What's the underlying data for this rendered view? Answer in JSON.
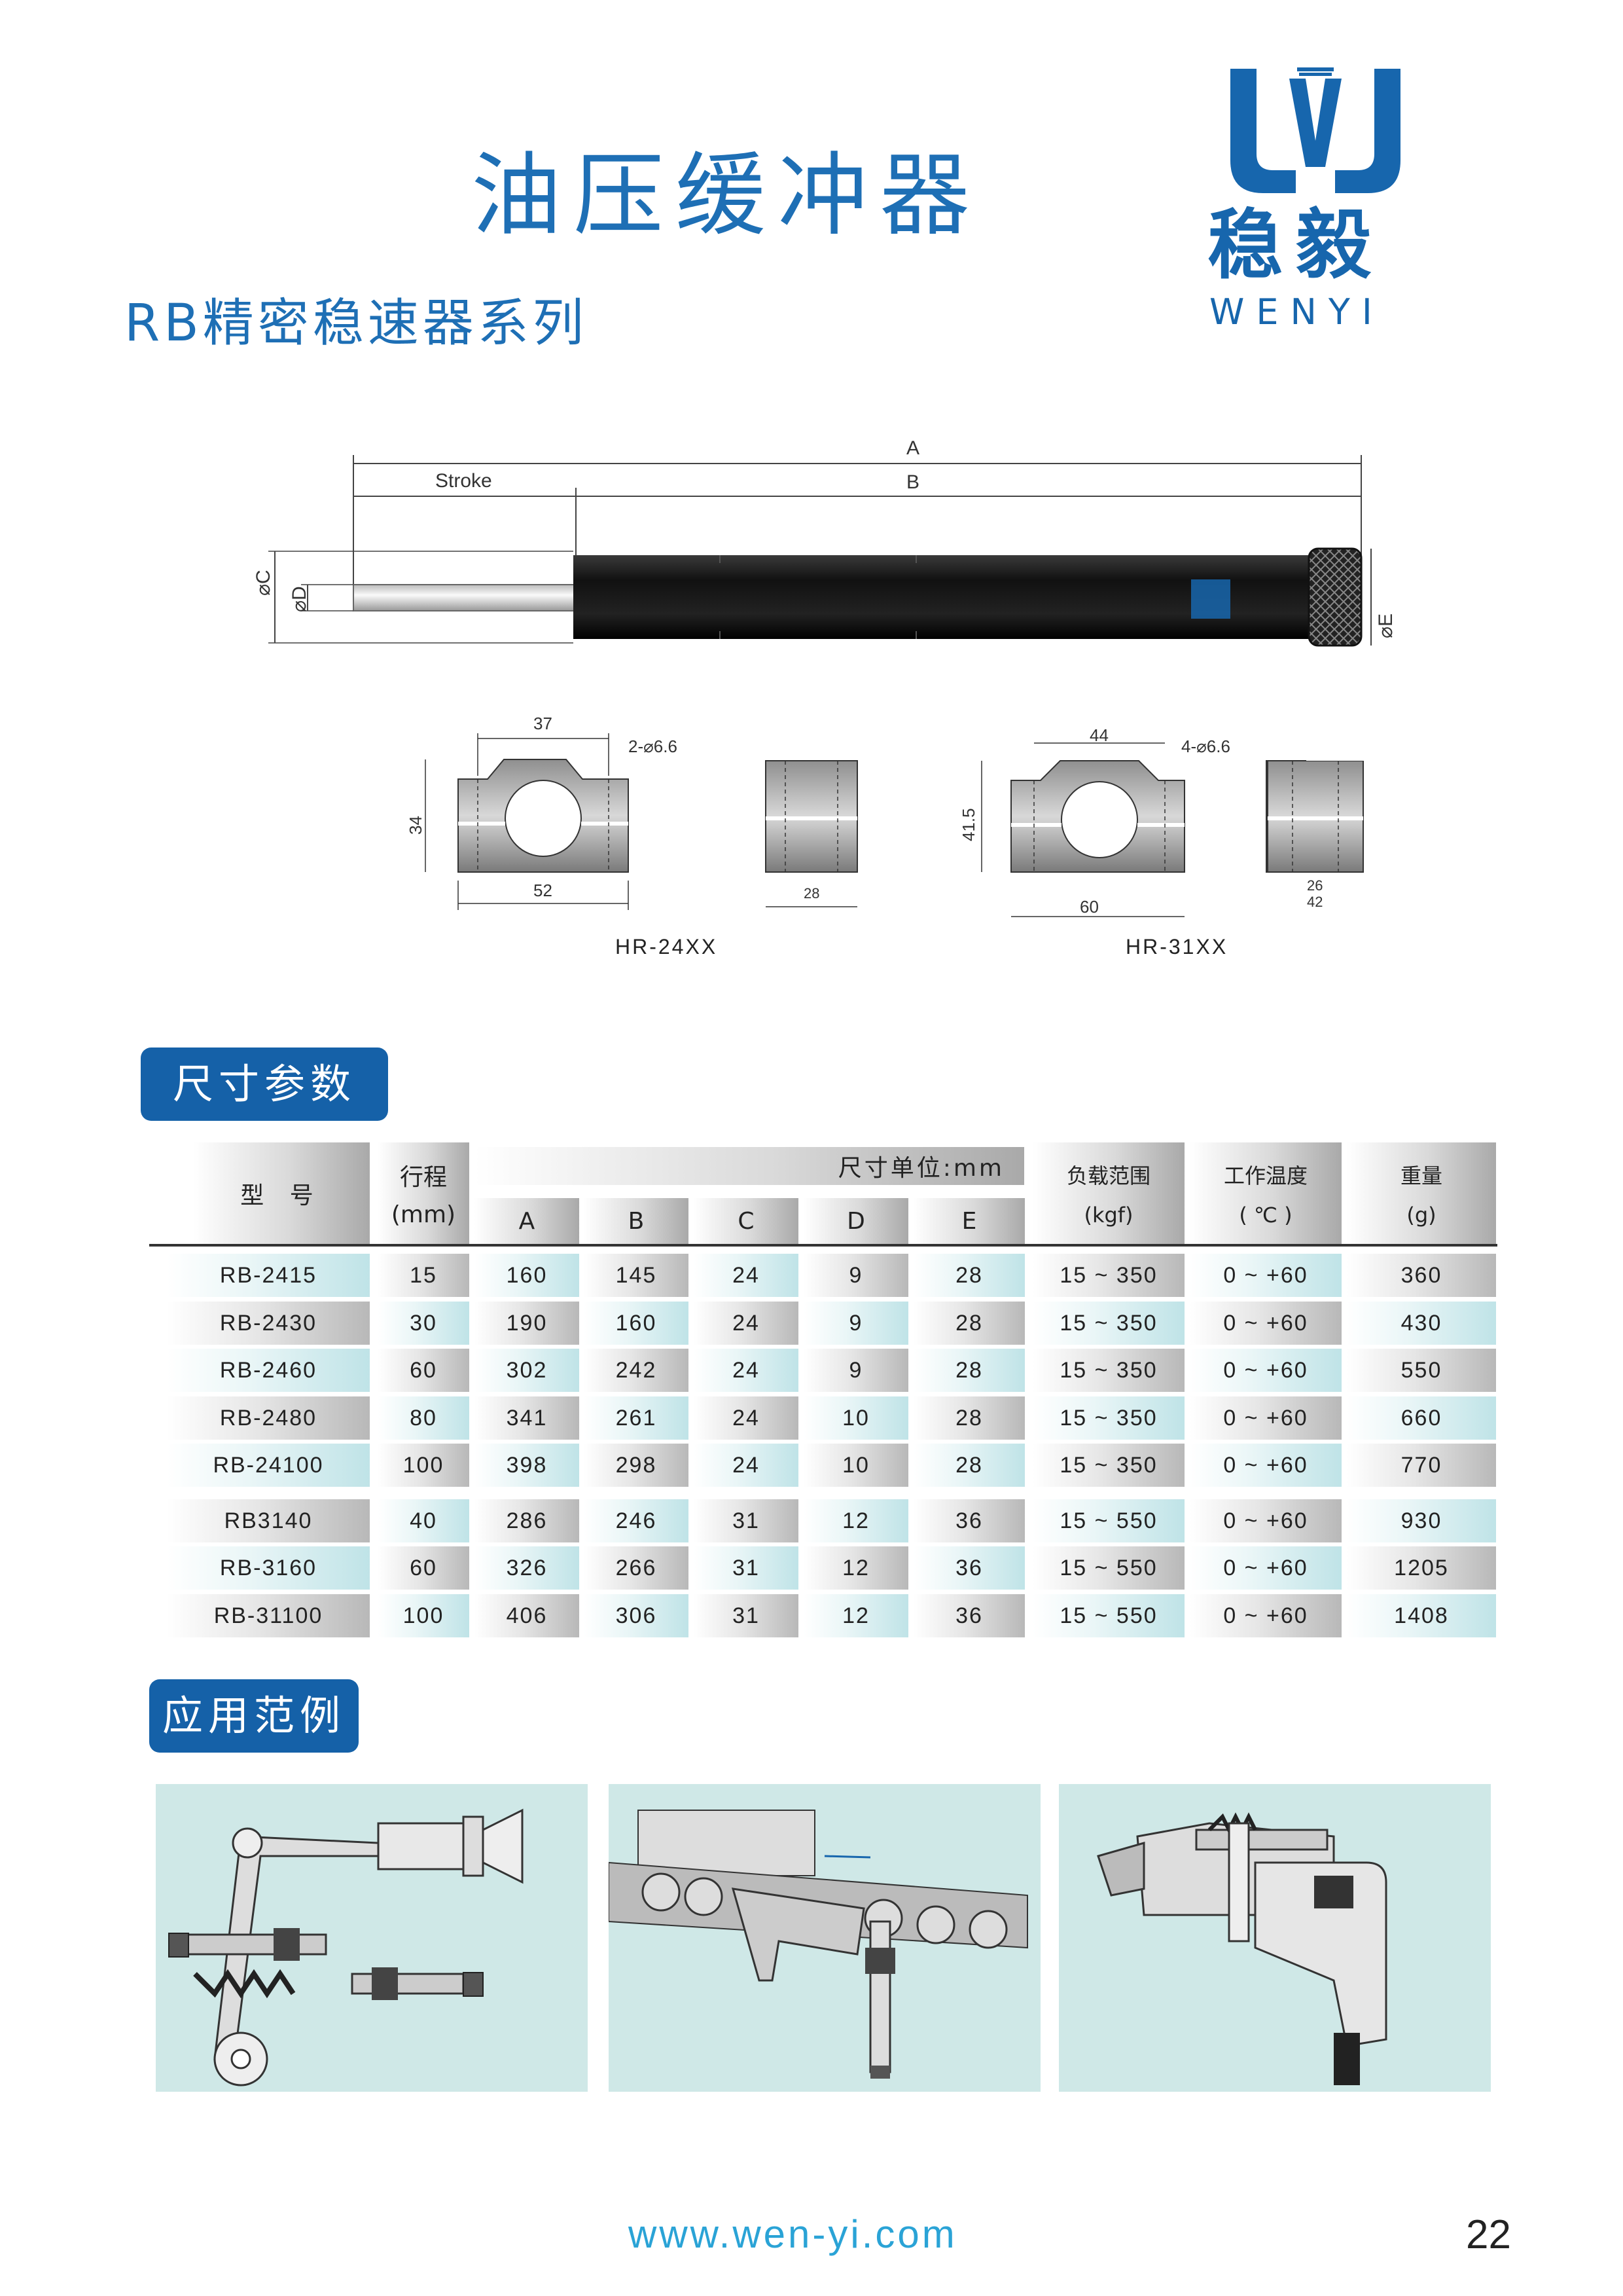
{
  "title": "油压缓冲器",
  "subtitle": "RB精密稳速器系列",
  "logo": {
    "name": "稳毅",
    "sub": "WENYI"
  },
  "drawing": {
    "label_a": "A",
    "label_b": "B",
    "label_stroke": "Stroke",
    "label_c": "⌀C",
    "label_d": "⌀D",
    "label_e": "⌀E"
  },
  "bracket_left": {
    "top": "37",
    "hole": "2-⌀6.6",
    "height": "34",
    "width": "52",
    "side": "28",
    "name": "HR-24XX"
  },
  "bracket_right": {
    "top": "44",
    "hole": "4-⌀6.6",
    "height": "41.5",
    "width": "60",
    "side_a": "26",
    "side_b": "42",
    "name": "HR-31XX"
  },
  "section_dims": "尺寸参数",
  "section_app": "应用范例",
  "table": {
    "h_model": "型 号",
    "h_stroke_1": "行程",
    "h_stroke_2": "(mm)",
    "h_unit": "尺寸单位:mm",
    "h_a": "A",
    "h_b": "B",
    "h_c": "C",
    "h_d": "D",
    "h_e": "E",
    "h_load_1": "负载范围",
    "h_load_2": "(kgf)",
    "h_temp_1": "工作温度",
    "h_temp_2": "( ℃ )",
    "h_weight_1": "重量",
    "h_weight_2": "(g)",
    "rows": [
      [
        "RB-2415",
        "15",
        "160",
        "145",
        "24",
        "9",
        "28",
        "15 ~ 350",
        "0 ~ +60",
        "360"
      ],
      [
        "RB-2430",
        "30",
        "190",
        "160",
        "24",
        "9",
        "28",
        "15 ~ 350",
        "0 ~ +60",
        "430"
      ],
      [
        "RB-2460",
        "60",
        "302",
        "242",
        "24",
        "9",
        "28",
        "15 ~ 350",
        "0 ~ +60",
        "550"
      ],
      [
        "RB-2480",
        "80",
        "341",
        "261",
        "24",
        "10",
        "28",
        "15 ~ 350",
        "0 ~ +60",
        "660"
      ],
      [
        "RB-24100",
        "100",
        "398",
        "298",
        "24",
        "10",
        "28",
        "15 ~ 350",
        "0 ~ +60",
        "770"
      ],
      [
        "RB3140",
        "40",
        "286",
        "246",
        "31",
        "12",
        "36",
        "15 ~ 550",
        "0 ~ +60",
        "930"
      ],
      [
        "RB-3160",
        "60",
        "326",
        "266",
        "31",
        "12",
        "36",
        "15 ~ 550",
        "0 ~ +60",
        "1205"
      ],
      [
        "RB-31100",
        "100",
        "406",
        "306",
        "31",
        "12",
        "36",
        "15 ~ 550",
        "0 ~ +60",
        "1408"
      ]
    ]
  },
  "footer": {
    "url": "www.wen-yi.com",
    "page": "22"
  },
  "colors": {
    "brand_blue": "#1766ad",
    "panel_teal": "#cfe8e7",
    "url_blue": "#2aa3d6"
  }
}
